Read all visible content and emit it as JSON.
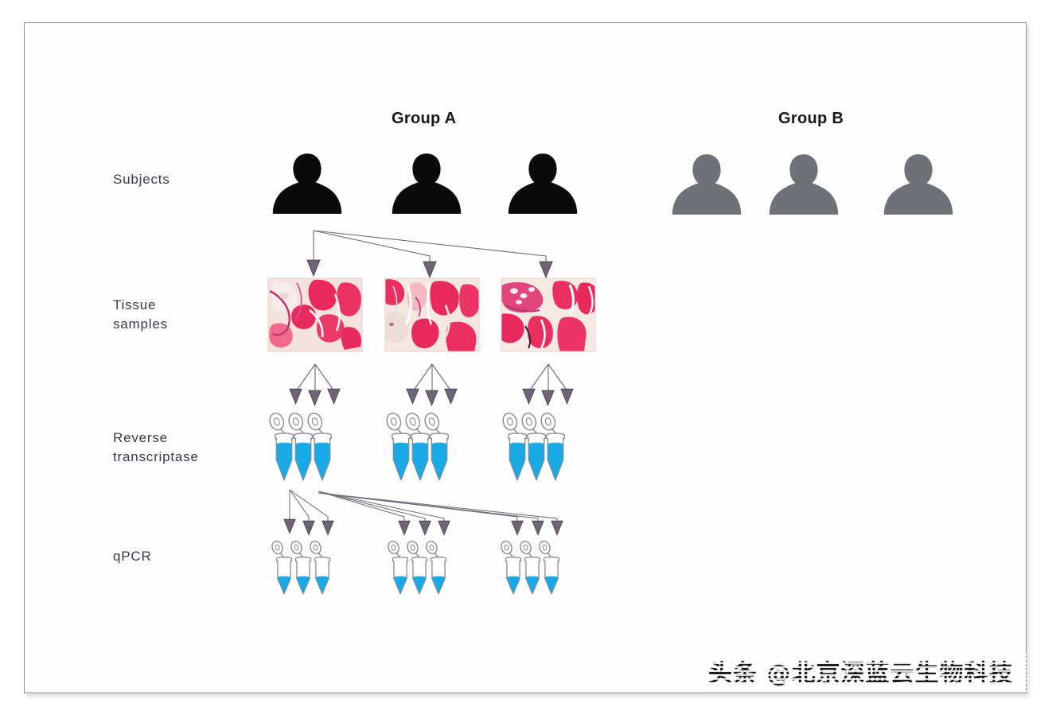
{
  "figure": {
    "title_groups": [
      {
        "id": "group-a",
        "label": "Group A",
        "silhouette_color": "#0a0a0a",
        "subject_count": 3
      },
      {
        "id": "group-b",
        "label": "Group B",
        "silhouette_color": "#6e7175",
        "subject_count": 3
      }
    ],
    "row_labels": {
      "subjects": "Subjects",
      "tissue_samples": "Tissue\nsamples",
      "reverse_transcriptase": "Reverse\ntranscriptase",
      "qpcr": "qPCR"
    },
    "colors": {
      "subject_black": "#0a0a0a",
      "subject_gray": "#6e7175",
      "arrow_fill": "#6f6476",
      "arrow_stroke": "#6b6b75",
      "tube_liquid": "#19a9e5",
      "tube_outline": "#8a8a92",
      "tissue_pink": "#e8295c",
      "tissue_background": "#f2e0db",
      "border": "#8f9298",
      "text": "#3a3a48"
    },
    "tissue_samples": {
      "count": 3,
      "stain": "H&E",
      "description": "skeletal muscle cross-section"
    },
    "reverse_transcriptase_tubes": {
      "groups": 3,
      "tubes_per_group": 3,
      "cap": "open-hinged",
      "fill_level": "high"
    },
    "qpcr_tubes": {
      "groups": 3,
      "tubes_per_group": 3,
      "cap": "open-hinged",
      "fill_level": "low"
    },
    "arrows": {
      "subjects_to_tissue": 3,
      "tissue_to_rt_per_sample": 3,
      "rt_to_qpcr": 9
    },
    "watermark": "头条 @北京深蓝云生物科技"
  }
}
